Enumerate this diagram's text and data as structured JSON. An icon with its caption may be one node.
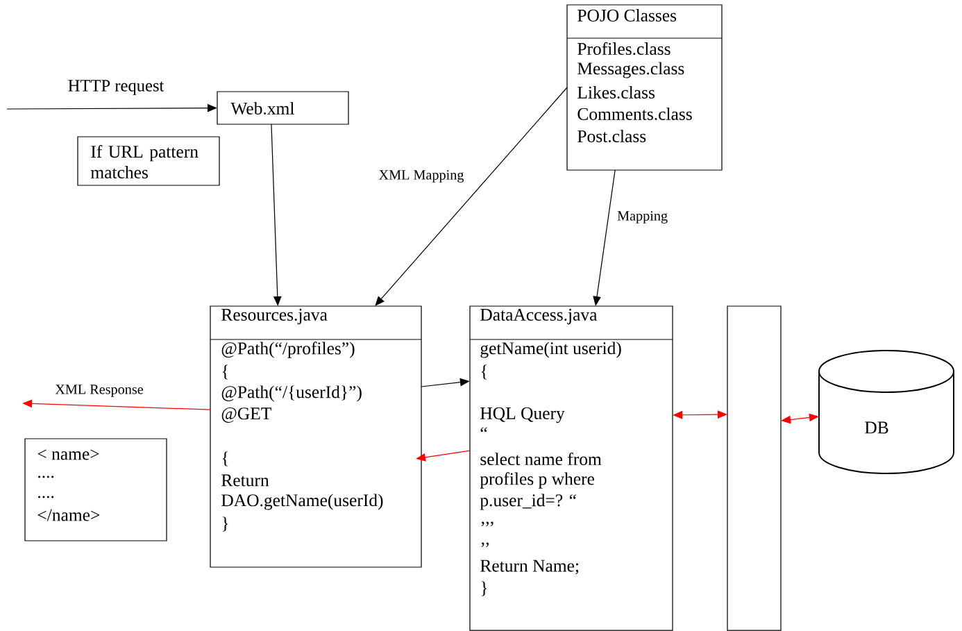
{
  "diagram": {
    "nodes": [
      {
        "text": [
          "Web.xml"
        ]
      },
      {
        "text": [
          "If URL pattern matches"
        ]
      },
      {
        "text": [
          "POJO Classes",
          "Profiles.class",
          "Messages.class",
          "Likes.class",
          "Comments.class",
          "Post.class"
        ]
      },
      {
        "text": [
          "Resources.java",
          "@Path(“/profiles”)",
          "{",
          "@Path(“/{userId}”)",
          "@GET",
          "{",
          "Return",
          "DAO.getName(userId)",
          "}"
        ]
      },
      {
        "text": [
          "DataAccess.java",
          "getName(int userid)",
          "{",
          "HQL Query",
          "“",
          "select name from",
          "profiles p where",
          "p.user_id=? “",
          "’’’",
          "’’",
          "Return Name;",
          "}"
        ]
      },
      {
        "text": [],
        "shape": "box"
      },
      {
        "text": [
          "DB"
        ]
      },
      {
        "text": [
          "< name>",
          "....",
          "....",
          "</name>"
        ]
      }
    ],
    "edges": [
      {
        "from": null,
        "to": 0,
        "arrow": "to",
        "label": "HTTP request"
      },
      {
        "from": 0,
        "to": 3,
        "arrow": "to"
      },
      {
        "from": 2,
        "to": 3,
        "arrow": "to",
        "label": "XML Mapping"
      },
      {
        "from": 2,
        "to": 4,
        "arrow": "to",
        "label": "Mapping"
      },
      {
        "from": 3,
        "to": 4,
        "arrow": "to"
      },
      {
        "from": 4,
        "to": 3,
        "arrow": "to",
        "color": "#ff0000"
      },
      {
        "from": 3,
        "to": null,
        "arrow": "to",
        "label": "XML Response",
        "color": "#ff0000"
      },
      {
        "from": 4,
        "to": 5,
        "arrow": "both",
        "color": "#ff0000"
      },
      {
        "from": 5,
        "to": 6,
        "arrow": "both",
        "color": "#ff0000"
      }
    ]
  }
}
